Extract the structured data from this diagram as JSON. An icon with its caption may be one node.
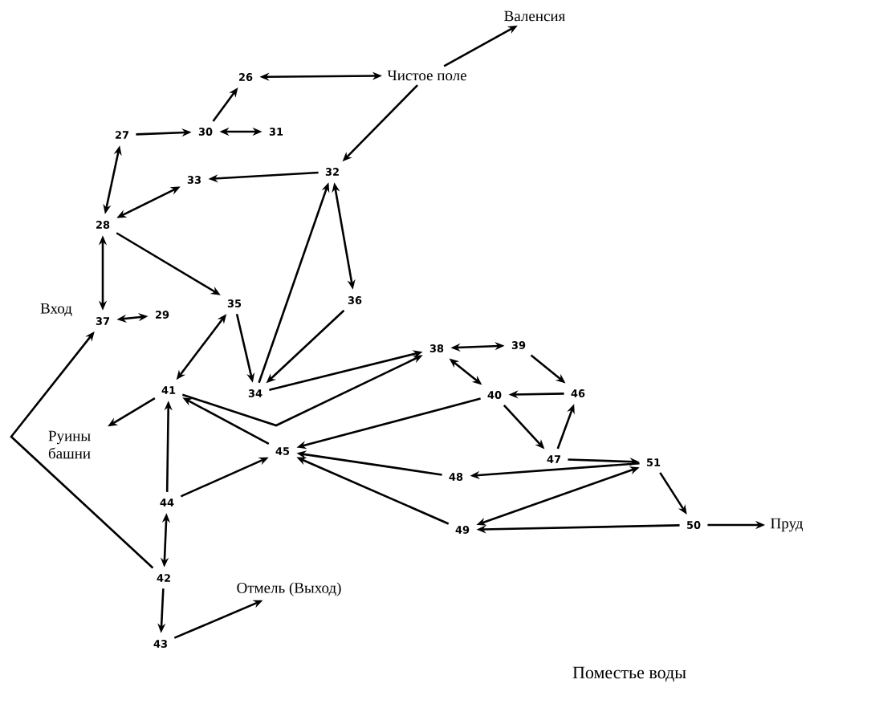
{
  "diagram": {
    "nodes": [
      {
        "text": [
          "Валенсия"
        ]
      },
      {
        "text": [
          "26"
        ]
      },
      {
        "text": [
          "Чистое поле"
        ]
      },
      {
        "text": [
          "27"
        ]
      },
      {
        "text": [
          "30"
        ]
      },
      {
        "text": [
          "31"
        ]
      },
      {
        "text": [
          "33"
        ]
      },
      {
        "text": [
          "32"
        ]
      },
      {
        "text": [
          "28"
        ]
      },
      {
        "text": [
          "Вход"
        ]
      },
      {
        "text": [
          "37"
        ]
      },
      {
        "text": [
          "29"
        ]
      },
      {
        "text": [
          "35"
        ]
      },
      {
        "text": [
          "36"
        ]
      },
      {
        "text": [
          "38"
        ]
      },
      {
        "text": [
          "39"
        ]
      },
      {
        "text": [
          "34"
        ]
      },
      {
        "text": [
          "41"
        ]
      },
      {
        "text": [
          "40"
        ]
      },
      {
        "text": [
          "46"
        ]
      },
      {
        "text": [
          "Руины башни"
        ]
      },
      {
        "text": [
          "45"
        ]
      },
      {
        "text": [
          "47"
        ]
      },
      {
        "text": [
          "51"
        ]
      },
      {
        "text": [
          "48"
        ]
      },
      {
        "text": [
          "44"
        ]
      },
      {
        "text": [
          "49"
        ]
      },
      {
        "text": [
          "50"
        ]
      },
      {
        "text": [
          "Пруд"
        ]
      },
      {
        "text": [
          "42"
        ]
      },
      {
        "text": [
          "Отмель (Выход)"
        ]
      },
      {
        "text": [
          "43"
        ]
      }
    ],
    "edges": [
      {
        "from": 2,
        "to": 0,
        "arrow": "to"
      },
      {
        "from": 4,
        "to": 1,
        "arrow": "to"
      },
      {
        "from": 1,
        "to": 2,
        "arrow": "both"
      },
      {
        "from": 3,
        "to": 4,
        "arrow": "to"
      },
      {
        "from": 4,
        "to": 5,
        "arrow": "both"
      },
      {
        "from": 3,
        "to": 8,
        "arrow": "both"
      },
      {
        "from": 2,
        "to": 7,
        "arrow": "to"
      },
      {
        "from": 7,
        "to": 6,
        "arrow": "to"
      },
      {
        "from": 8,
        "to": 6,
        "arrow": "both"
      },
      {
        "from": 8,
        "to": 12,
        "arrow": "to"
      },
      {
        "from": 8,
        "to": 10,
        "arrow": "both"
      },
      {
        "from": 10,
        "to": 11,
        "arrow": "both"
      },
      {
        "from": 7,
        "to": 13,
        "arrow": "both"
      },
      {
        "from": 16,
        "to": 7,
        "arrow": "to"
      },
      {
        "from": 13,
        "to": 16,
        "arrow": "to"
      },
      {
        "from": 12,
        "to": 16,
        "arrow": "to"
      },
      {
        "from": 12,
        "to": 17,
        "arrow": "both"
      },
      {
        "from": 16,
        "to": 14,
        "arrow": "to"
      },
      {
        "from": 17,
        "to": 14,
        "arrow": "to"
      },
      {
        "from": 14,
        "to": 15,
        "arrow": "both"
      },
      {
        "from": 14,
        "to": 18,
        "arrow": "both"
      },
      {
        "from": 15,
        "to": 19,
        "arrow": "to"
      },
      {
        "from": 19,
        "to": 18,
        "arrow": "to"
      },
      {
        "from": 18,
        "to": 22,
        "arrow": "to"
      },
      {
        "from": 22,
        "to": 19,
        "arrow": "to"
      },
      {
        "from": 22,
        "to": 23,
        "arrow": "to"
      },
      {
        "from": 18,
        "to": 21,
        "arrow": "to"
      },
      {
        "from": 21,
        "to": 17,
        "arrow": "to"
      },
      {
        "from": 17,
        "to": 20,
        "arrow": "to"
      },
      {
        "from": 25,
        "to": 17,
        "arrow": "to"
      },
      {
        "from": 25,
        "to": 21,
        "arrow": "to"
      },
      {
        "from": 25,
        "to": 29,
        "arrow": "both"
      },
      {
        "from": 29,
        "to": 31,
        "arrow": "to"
      },
      {
        "from": 31,
        "to": 30,
        "arrow": "to"
      },
      {
        "from": 29,
        "to": 10,
        "arrow": "to"
      },
      {
        "from": 23,
        "to": 24,
        "arrow": "to"
      },
      {
        "from": 24,
        "to": 21,
        "arrow": "to"
      },
      {
        "from": 26,
        "to": 21,
        "arrow": "to"
      },
      {
        "from": 26,
        "to": 23,
        "arrow": "both"
      },
      {
        "from": 27,
        "to": 26,
        "arrow": "to"
      },
      {
        "from": 23,
        "to": 27,
        "arrow": "to"
      },
      {
        "from": 27,
        "to": 28,
        "arrow": "to"
      }
    ],
    "labels": [
      "Поместье воды"
    ]
  }
}
